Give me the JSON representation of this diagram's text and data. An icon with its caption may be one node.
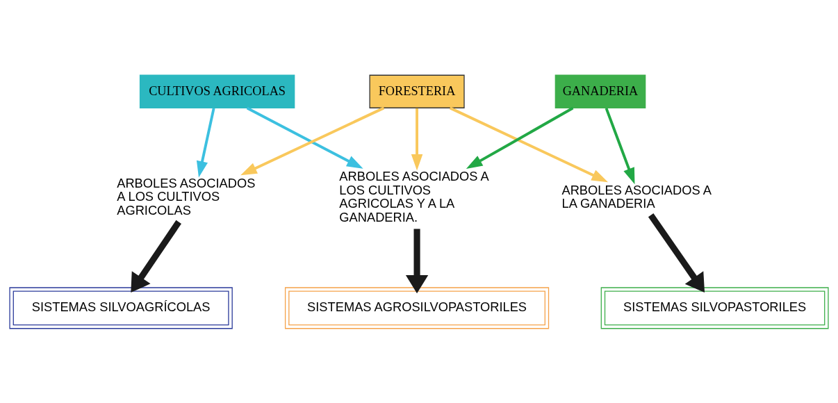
{
  "diagram": {
    "nodes": [
      {
        "text": [
          "CULTIVOS AGRICOLAS"
        ]
      },
      {
        "text": [
          "FORESTERIA"
        ]
      },
      {
        "text": [
          "GANADERIA"
        ]
      },
      {
        "text": [
          "ARBOLES ASOCIADOS A LOS CULTIVOS AGRICOLAS"
        ]
      },
      {
        "text": [
          "ARBOLES ASOCIADOS A LOS CULTIVOS AGRICOLAS Y A LA GANADERIA."
        ]
      },
      {
        "text": [
          "ARBOLES ASOCIADOS A LA GANADERIA"
        ]
      },
      {
        "text": [
          "SISTEMAS SILVOAGRÍCOLAS"
        ]
      },
      {
        "text": [
          "SISTEMAS AGROSILVOPASTORILES"
        ]
      },
      {
        "text": [
          "SISTEMAS SILVOPASTORILES"
        ]
      }
    ],
    "edges": [
      {
        "from": 0,
        "to": 3,
        "arrow": "to",
        "color": "#3cc0e0"
      },
      {
        "from": 1,
        "to": 3,
        "arrow": "to",
        "color": "#f9c85c"
      },
      {
        "from": 0,
        "to": 4,
        "arrow": "to",
        "color": "#3cc0e0"
      },
      {
        "from": 1,
        "to": 4,
        "arrow": "to",
        "color": "#f9c85c"
      },
      {
        "from": 2,
        "to": 4,
        "arrow": "to",
        "color": "#22a845"
      },
      {
        "from": 1,
        "to": 5,
        "arrow": "to",
        "color": "#f9c85c"
      },
      {
        "from": 2,
        "to": 5,
        "arrow": "to",
        "color": "#22a845"
      },
      {
        "from": 3,
        "to": 6,
        "arrow": "to",
        "style": "thick",
        "color": "#1a1a1a"
      },
      {
        "from": 4,
        "to": 7,
        "arrow": "to",
        "style": "thick",
        "color": "#1a1a1a"
      },
      {
        "from": 5,
        "to": 8,
        "arrow": "to",
        "style": "thick",
        "color": "#1a1a1a"
      }
    ]
  }
}
